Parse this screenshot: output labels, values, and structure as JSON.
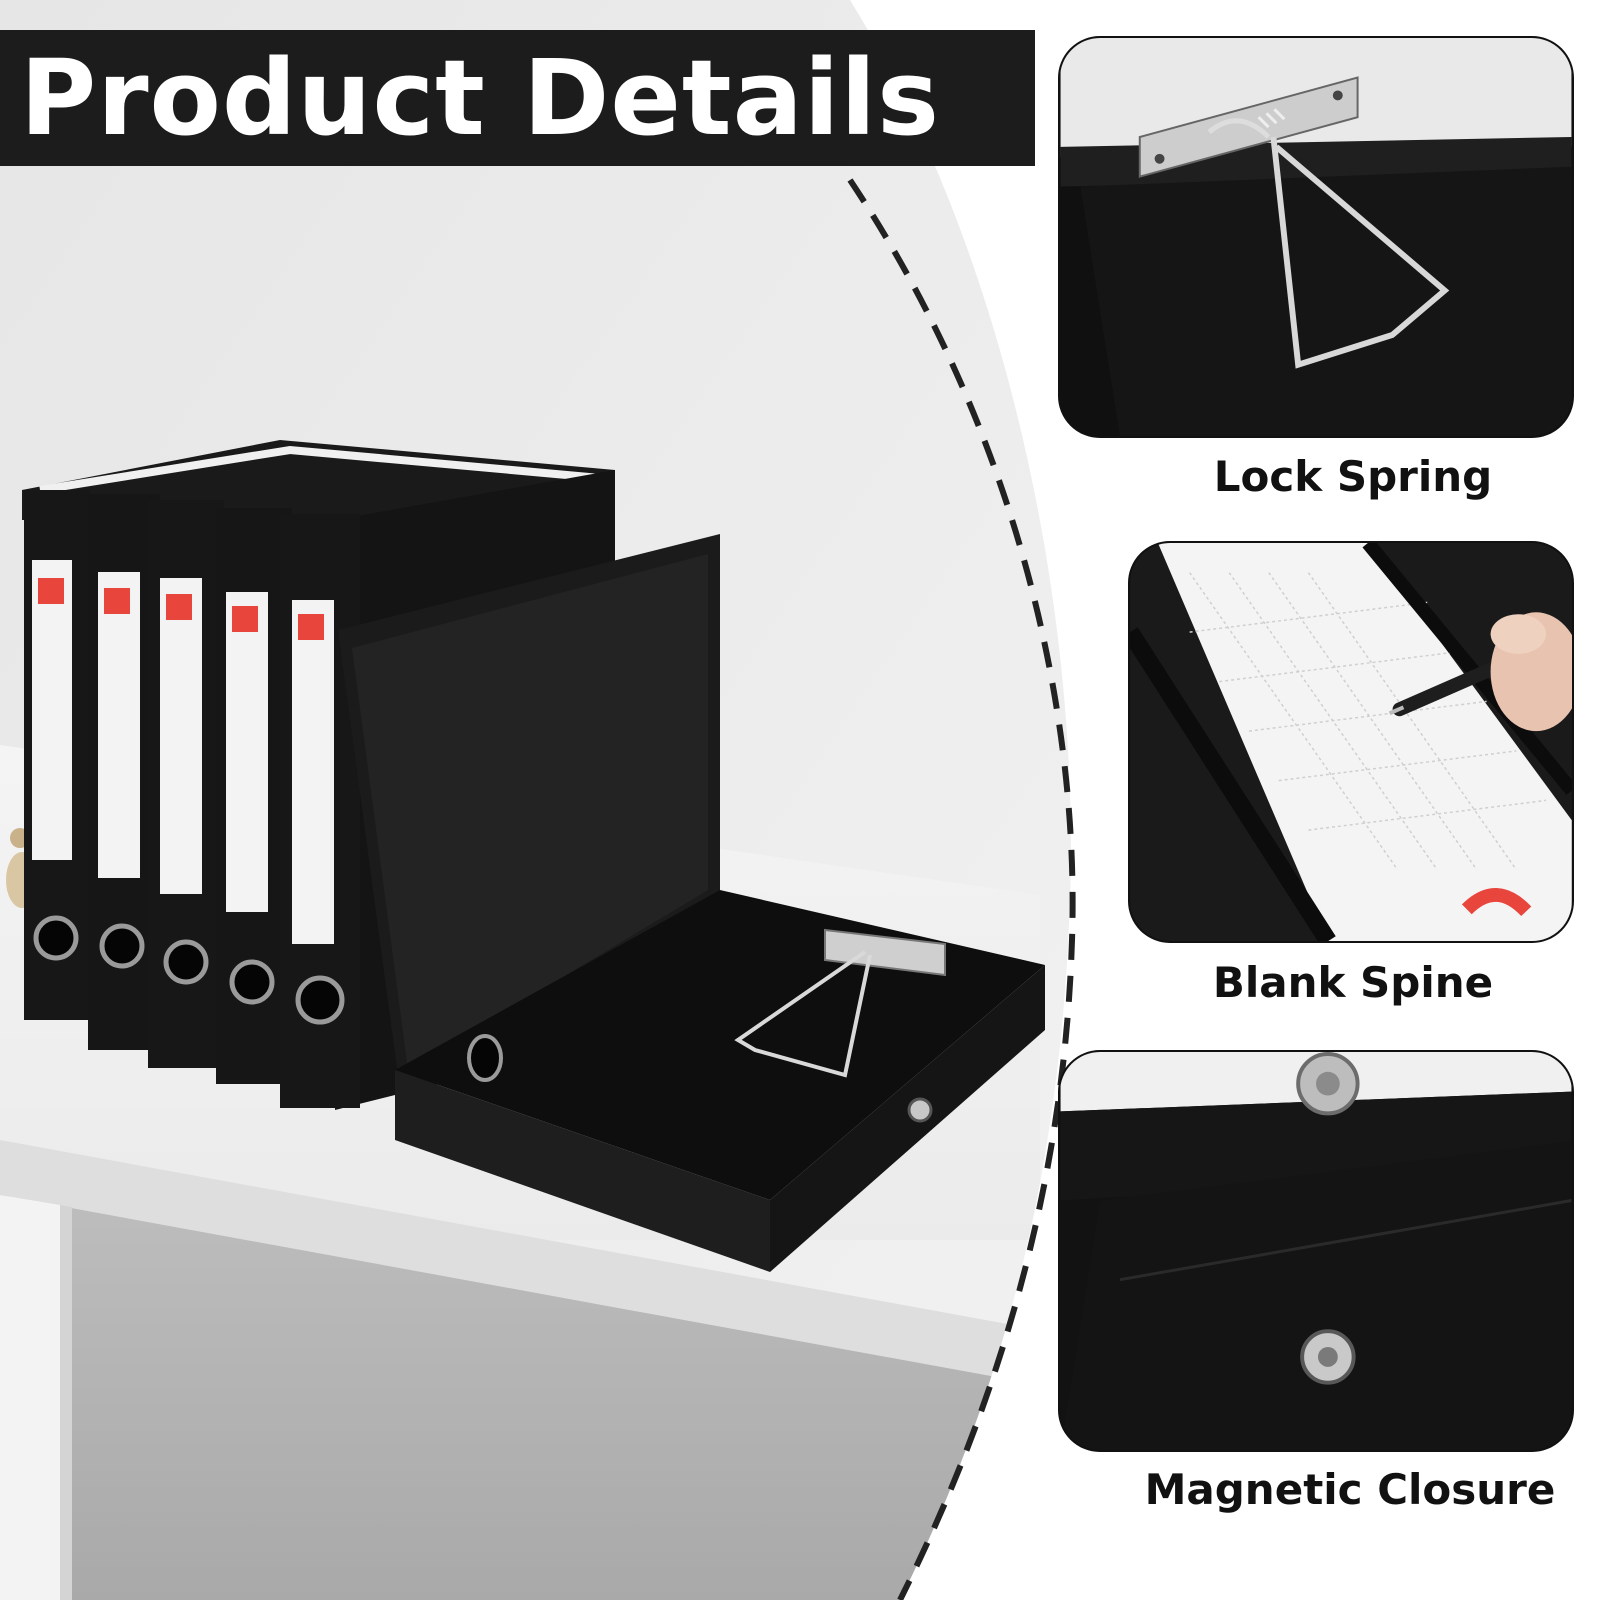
{
  "title": "Product Details",
  "details": [
    {
      "label": "Lock Spring",
      "icon": "lock-spring-closeup"
    },
    {
      "label": "Blank Spine",
      "icon": "blank-spine-closeup"
    },
    {
      "label": "Magnetic Closure",
      "icon": "magnetic-closure-closeup"
    }
  ],
  "colors": {
    "banner": "#1c1c1c",
    "binder": "#161616",
    "label_red": "#e8453c",
    "text": "#111111"
  }
}
